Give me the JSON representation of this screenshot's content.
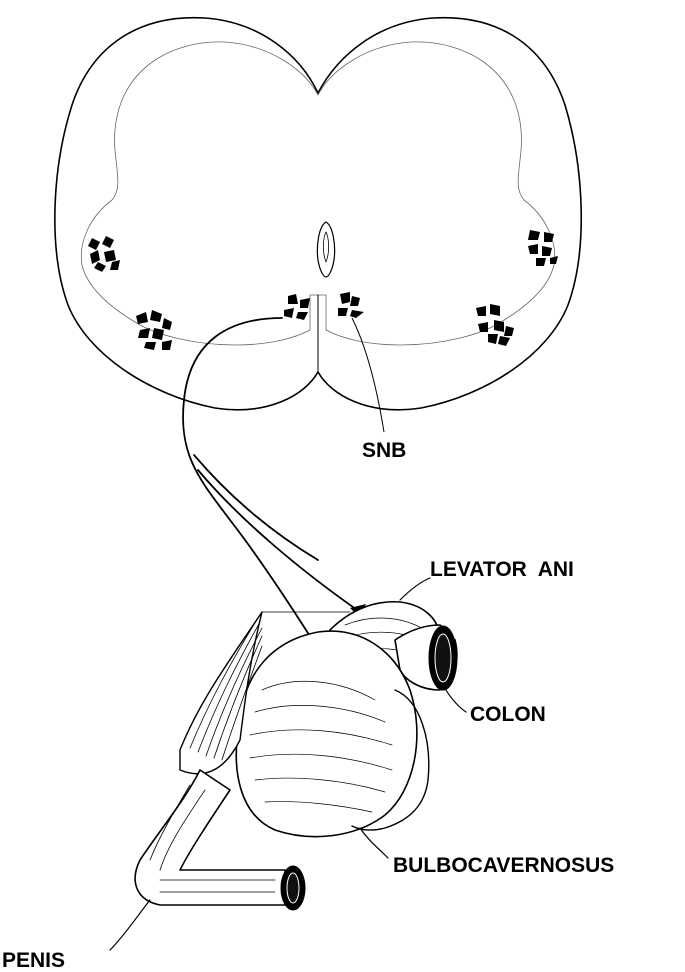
{
  "labels": {
    "snb": "SNB",
    "levator_ani": "LEVATOR  ANI",
    "colon": "COLON",
    "bulbocavernosus": "BULBOCAVERNOSUS",
    "penis": "PENIS"
  }
}
